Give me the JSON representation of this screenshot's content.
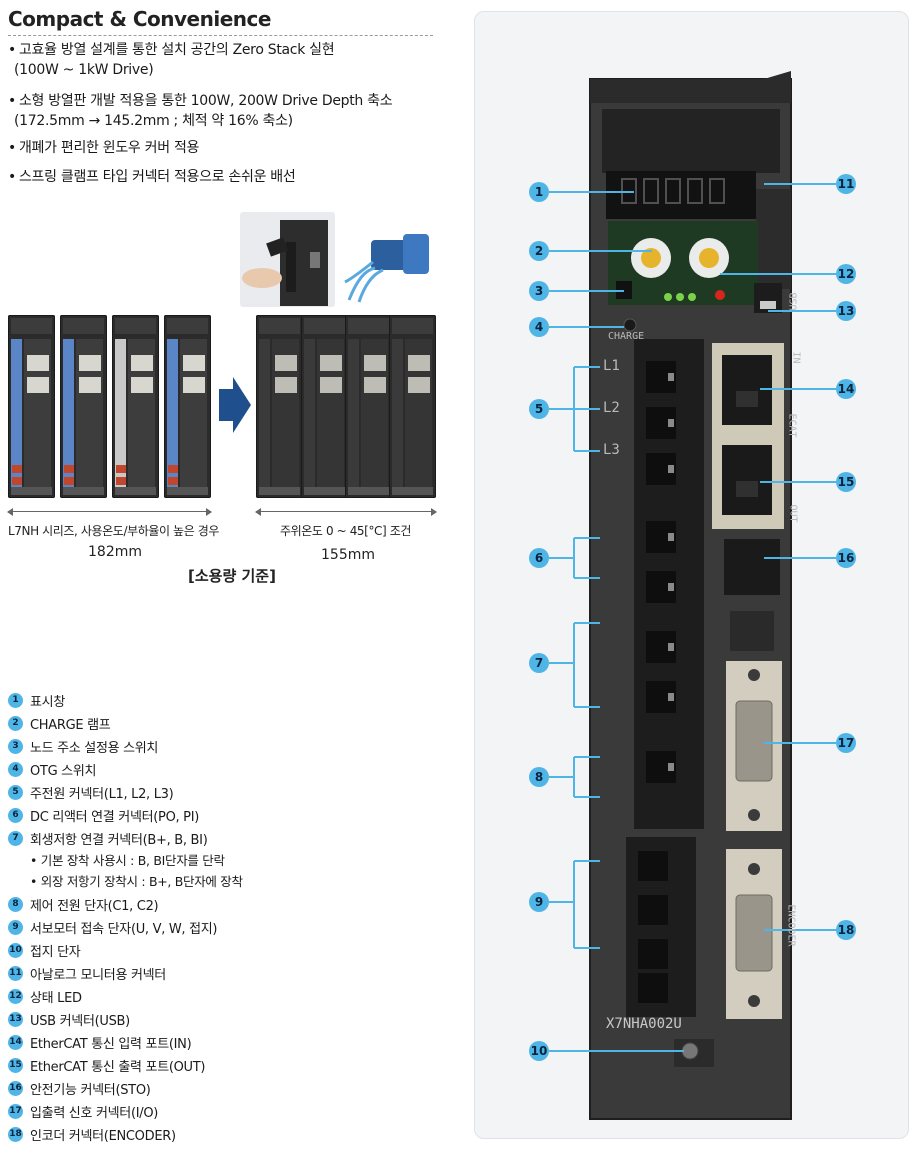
{
  "header": {
    "title": "Compact & Convenience",
    "bullets": [
      {
        "line1": "고효율 방열 설계를 통한 설치 공간의 Zero Stack 실현",
        "line2": "(100W ~ 1kW Drive)"
      },
      {
        "line1": "소형 방열판 개발 적용을 통한 100W, 200W Drive Depth 축소",
        "line2": "(172.5mm → 145.2mm ; 체적 약 16% 축소)"
      },
      {
        "line1": "개폐가 편리한 윈도우 커버 적용",
        "line2": ""
      },
      {
        "line1": "스프링 클램프 타입 커넥터 적용으로 손쉬운 배선",
        "line2": ""
      }
    ],
    "bullet_symbol": "•"
  },
  "compare": {
    "left_caption": "L7NH 시리즈, 사용온도/부하율이 높은 경우",
    "left_width": "182mm",
    "right_caption": "주위온도 0 ~ 45[°C] 조건",
    "right_width": "155mm",
    "basis": "[소용량 기준]"
  },
  "legend": [
    {
      "n": "1",
      "text": "표시창"
    },
    {
      "n": "2",
      "text": "CHARGE 램프"
    },
    {
      "n": "3",
      "text": "노드 주소 설정용 스위치"
    },
    {
      "n": "4",
      "text": "OTG 스위치"
    },
    {
      "n": "5",
      "text": "주전원 커넥터(L1, L2, L3)"
    },
    {
      "n": "6",
      "text": "DC 리액터 연결 커넥터(PO, PI)"
    },
    {
      "n": "7",
      "text": "회생저항 연결 커넥터(B+, B, BI)"
    },
    {
      "n": "8",
      "text": "제어 전원 단자(C1, C2)"
    },
    {
      "n": "9",
      "text": "서보모터 접속 단자(U, V, W, 접지)"
    },
    {
      "n": "10",
      "text": "접지 단자"
    },
    {
      "n": "11",
      "text": "아날로그 모니터용 커넥터"
    },
    {
      "n": "12",
      "text": "상태 LED"
    },
    {
      "n": "13",
      "text": "USB 커넥터(USB)"
    },
    {
      "n": "14",
      "text": "EtherCAT 통신 입력 포트(IN)"
    },
    {
      "n": "15",
      "text": "EtherCAT 통신 출력 포트(OUT)"
    },
    {
      "n": "16",
      "text": "안전기능 커넥터(STO)"
    },
    {
      "n": "17",
      "text": "입출력 신호 커넥터(I/O)"
    },
    {
      "n": "18",
      "text": "인코더 커넥터(ENCODER)"
    }
  ],
  "legend_sub": [
    "• 기본 장착 사용시 : B, BI단자를 단락",
    "• 외장 저항기 장착시 : B+, B단자에 장착"
  ],
  "device": {
    "charge": "CHARGE",
    "l1": "L1",
    "l2": "L2",
    "l3": "L3",
    "usb": "USB",
    "in": "IN",
    "ecat": "ECAT",
    "out": "OUT",
    "encoder": "ENCODER",
    "model": "X7NHA002U"
  },
  "colors": {
    "callout": "#4fb5e6",
    "panel": "#f2f4f6",
    "drive_body": "#2f2f2f"
  }
}
